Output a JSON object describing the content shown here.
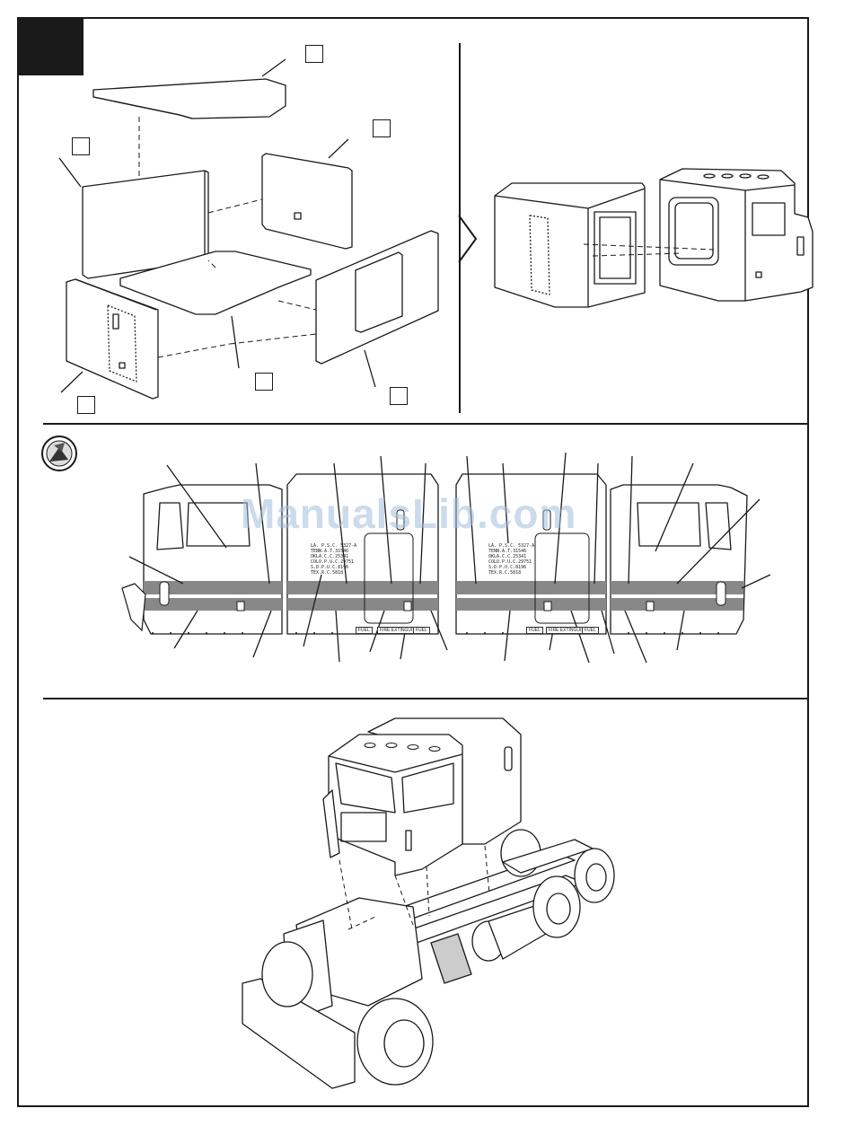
{
  "watermark": {
    "text": "ManualsLib.com"
  },
  "decals": {
    "left_door_lines": "LA. P.S.C. 5327-A\nTENN.A.T.31546\nOKLA.C.C.25341\nCOLO.P.U.C.29751\nS.D.P.U.C.8196\nTEX.R.C.5818",
    "right_door_lines": "LA. P.S.C. 5327-A\nTENN.A.T.31546\nOKLA.C.C.25341\nCOLO.P.U.C.29751\nS.D.P.U.C.8196\nTEX.R.C.5818",
    "left_plates": [
      "FUEL",
      "FIRE EXTINGUISHER",
      "FUEL"
    ],
    "right_plates": [
      "FUEL",
      "FIRE EXTINGUISHER",
      "FUEL"
    ]
  },
  "icons": [
    "paint-brush-icon"
  ]
}
